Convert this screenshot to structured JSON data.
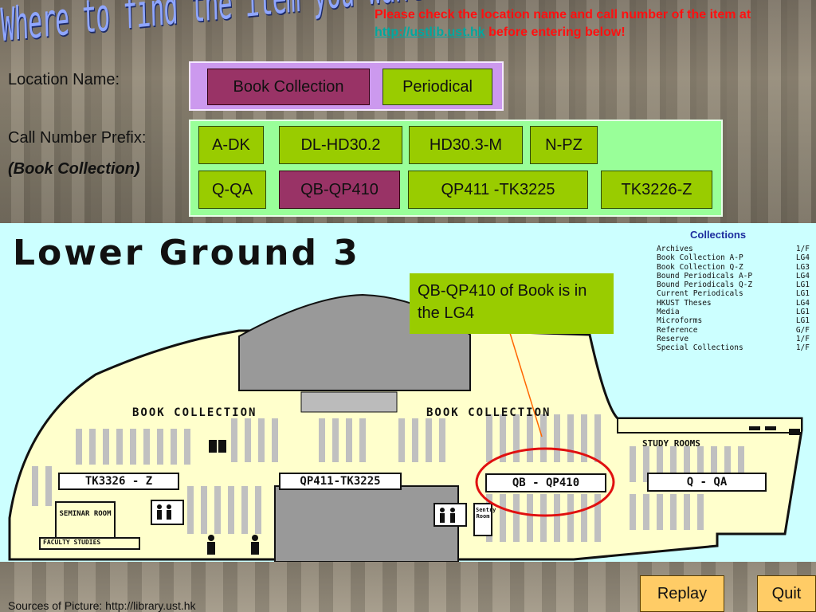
{
  "header": {
    "title": "Where to find the item you want?",
    "notice_before": "Please check the location name and call number of the item at ",
    "notice_link": "http://ustlib.ust.hk",
    "notice_after": " before entering below!"
  },
  "location": {
    "label": "Location Name:",
    "options": [
      {
        "label": "Book Collection",
        "selected": true
      },
      {
        "label": "Periodical",
        "selected": false
      }
    ]
  },
  "call_number": {
    "label": "Call Number Prefix:",
    "sublabel": "(Book Collection)",
    "options": [
      {
        "label": "A-DK",
        "selected": false
      },
      {
        "label": "DL-HD30.2",
        "selected": false
      },
      {
        "label": "HD30.3-M",
        "selected": false
      },
      {
        "label": "N-PZ",
        "selected": false
      },
      {
        "label": "Q-QA",
        "selected": false
      },
      {
        "label": "QB-QP410",
        "selected": true
      },
      {
        "label": "QP411 -TK3225",
        "selected": false
      },
      {
        "label": "TK3226-Z",
        "selected": false
      }
    ]
  },
  "map": {
    "title": "Lower Ground 3",
    "callout": "QB-QP410 of Book is in the LG4",
    "book_collection_label": "BOOK COLLECTION",
    "study_rooms": "STUDY ROOMS",
    "seminar_room": "SEMINAR ROOM",
    "faculty_studies": "FACULTY STUDIES",
    "sentry_room": "Sentry Room",
    "shelf_labels": [
      "TK3326 - Z",
      "QP411-TK3225",
      "QB - QP410",
      "Q - QA"
    ],
    "legend": {
      "title": "Collections",
      "rows": [
        {
          "name": "Archives",
          "floor": "1/F"
        },
        {
          "name": "Book Collection A-P",
          "floor": "LG4"
        },
        {
          "name": "Book Collection Q-Z",
          "floor": "LG3"
        },
        {
          "name": "Bound Periodicals A-P",
          "floor": "LG4"
        },
        {
          "name": "Bound Periodicals Q-Z",
          "floor": "LG1"
        },
        {
          "name": "Current Periodicals",
          "floor": "LG1"
        },
        {
          "name": "HKUST Theses",
          "floor": "LG4"
        },
        {
          "name": "Media",
          "floor": "LG1"
        },
        {
          "name": "Microforms",
          "floor": "LG1"
        },
        {
          "name": "Reference",
          "floor": "G/F"
        },
        {
          "name": "Reserve",
          "floor": "1/F"
        },
        {
          "name": "Special Collections",
          "floor": "1/F"
        }
      ]
    }
  },
  "footer": {
    "source": "Sources of Picture: http://library.ust.hk",
    "replay": "Replay",
    "quit": "Quit"
  },
  "colors": {
    "button": "#99cc00",
    "button_selected": "#993366",
    "location_panel": "#cc99ee",
    "call_number_panel": "#99ff99",
    "map_background": "#ccffff",
    "notice_text": "#ff1010",
    "highlight_circle": "#e01010"
  }
}
